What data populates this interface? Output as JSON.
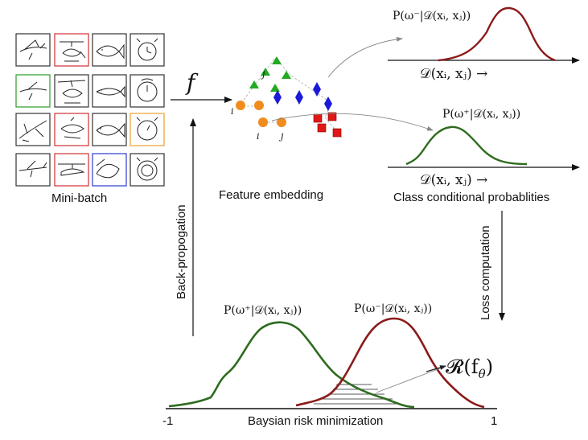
{
  "labels": {
    "mini_batch": "Mini-batch",
    "feature_embedding": "Feature embedding",
    "class_conditional": "Class conditional probablities",
    "loss_computation": "Loss computation",
    "back_propagation": "Back-propogation",
    "bayesian_risk": "Baysian risk minimization",
    "f_symbol": "f",
    "risk_symbol": "𝓡(f",
    "risk_sub": "θ",
    "risk_close": ")"
  },
  "math": {
    "p_neg_top": "P(ω⁻|𝒟(xᵢ, xⱼ))",
    "d_axis_top": "𝒟(xᵢ, xⱼ) →",
    "p_pos_mid": "P(ω⁺|𝒟(xᵢ, xⱼ))",
    "d_axis_mid": "𝒟(xᵢ, xⱼ) →",
    "p_pos_bottom": "P(ω⁺|𝒟(xᵢ, xⱼ))",
    "p_neg_bottom": "P(ω⁻|𝒟(xᵢ, xⱼ))"
  },
  "embedding_points": {
    "i_top": "i",
    "j_top": "j",
    "i_bottom": "i",
    "j_bottom": "j"
  },
  "axis": {
    "min_label": "-1",
    "max_label": "1"
  },
  "minibatch": {
    "rows": [
      [
        {
          "icon": "airplane-sketch",
          "border": "#333333"
        },
        {
          "icon": "helicopter-sketch",
          "border": "#d03030"
        },
        {
          "icon": "fish-sketch",
          "border": "#333333"
        },
        {
          "icon": "alarm-clock-sketch",
          "border": "#333333"
        }
      ],
      [
        {
          "icon": "airplane-sketch",
          "border": "#2a9d2a"
        },
        {
          "icon": "helicopter-sketch",
          "border": "#333333"
        },
        {
          "icon": "fish-sketch",
          "border": "#333333"
        },
        {
          "icon": "alarm-clock-sketch",
          "border": "#333333"
        }
      ],
      [
        {
          "icon": "airplane-sketch",
          "border": "#333333"
        },
        {
          "icon": "helicopter-sketch",
          "border": "#d03030"
        },
        {
          "icon": "fish-sketch",
          "border": "#333333"
        },
        {
          "icon": "alarm-clock-sketch",
          "border": "#e8a030"
        }
      ],
      [
        {
          "icon": "airplane-sketch",
          "border": "#333333"
        },
        {
          "icon": "helicopter-sketch",
          "border": "#d03030"
        },
        {
          "icon": "fish-sketch",
          "border": "#2a3bd0"
        },
        {
          "icon": "alarm-clock-sketch",
          "border": "#333333"
        }
      ]
    ]
  },
  "colors": {
    "negative_curve": "#8b1a1a",
    "positive_curve": "#2e6b1f",
    "class_triangle": "#22aa22",
    "class_diamond": "#1a1ad8",
    "class_cube": "#e01818",
    "class_circle": "#f08c1e"
  }
}
